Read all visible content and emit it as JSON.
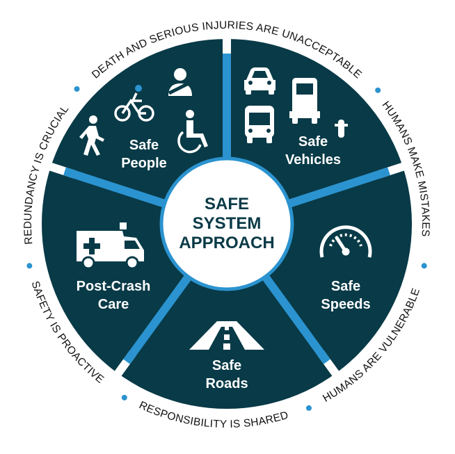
{
  "title": [
    "SAFE",
    "SYSTEM",
    "APPROACH"
  ],
  "elements": [
    {
      "line1": "Safe",
      "line2": "People"
    },
    {
      "line1": "Safe",
      "line2": "Vehicles"
    },
    {
      "line1": "Safe",
      "line2": "Speeds"
    },
    {
      "line1": "Safe",
      "line2": "Roads"
    },
    {
      "line1": "Post-Crash",
      "line2": "Care"
    }
  ],
  "principles": [
    "REDUNDANCY IS CRUCIAL",
    "DEATH AND SERIOUS INJURIES ARE UNACCEPTABLE",
    "HUMANS MAKE MISTAKES",
    "SAFETY IS PROACTIVE",
    "RESPONSIBILITY IS SHARED",
    "HUMANS ARE VULNERABLE"
  ],
  "colors": {
    "dark": "#083a47",
    "accent": "#2b93cf"
  }
}
